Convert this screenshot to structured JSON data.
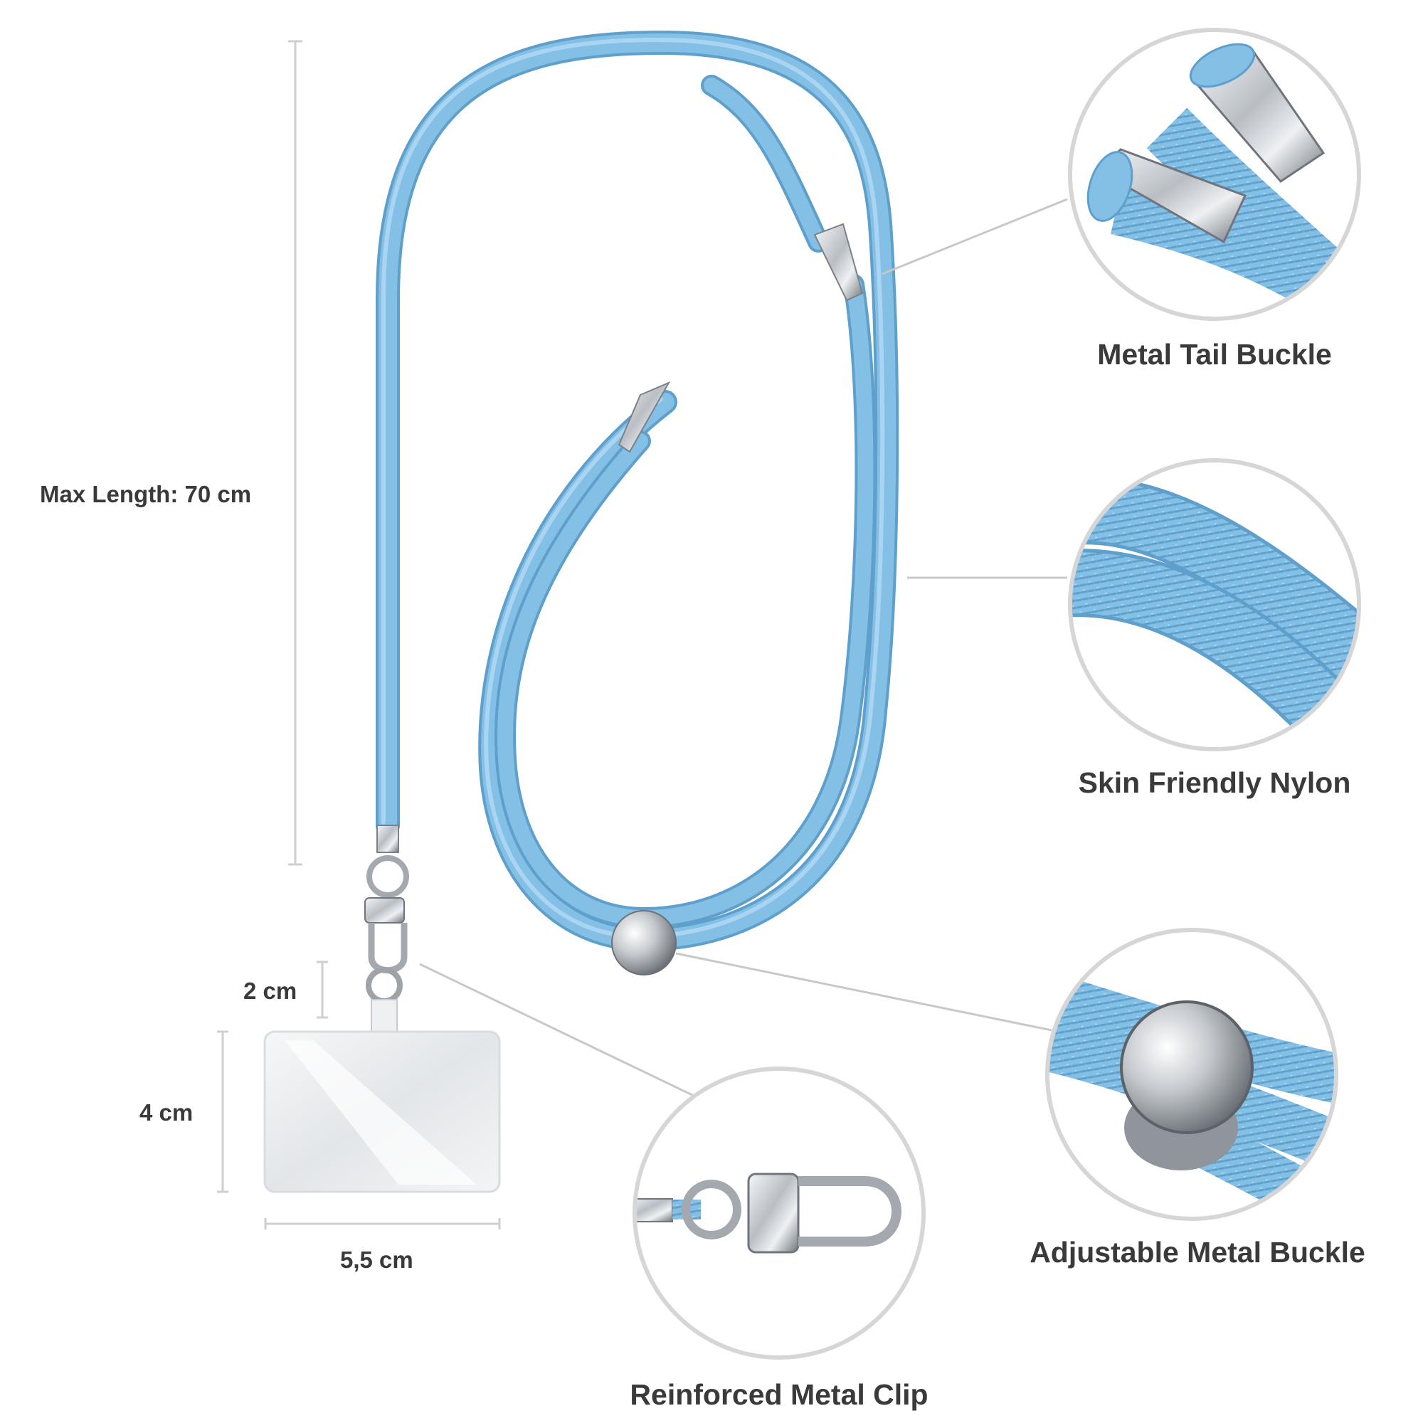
{
  "colors": {
    "cord": "#84bfe6",
    "cord_shadow": "#5e9fcb",
    "cord_highlight": "#b3dbf5",
    "metal": "#c9cdd2",
    "metal_dark": "#6f757c",
    "leader_line": "#c8c8c8",
    "label_text": "#3a3a3a",
    "circle_ring": "#d6d6d6"
  },
  "dimensions": {
    "max_length": "Max Length: 70 cm",
    "tab_length": "2 cm",
    "patch_height": "4 cm",
    "patch_width": "5,5 cm"
  },
  "features": [
    {
      "id": "tail-buckle",
      "label": "Metal Tail Buckle"
    },
    {
      "id": "nylon",
      "label": "Skin Friendly Nylon"
    },
    {
      "id": "adjustable-buckle",
      "label": "Adjustable Metal Buckle"
    },
    {
      "id": "clip",
      "label": "Reinforced Metal Clip"
    }
  ]
}
